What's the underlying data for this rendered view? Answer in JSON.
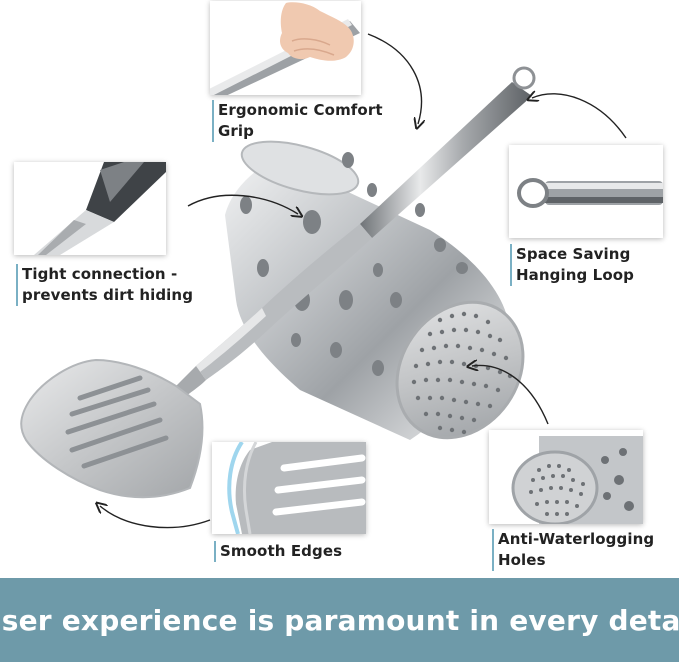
{
  "callouts": {
    "grip": [
      "Ergonomic Comfort",
      "Grip"
    ],
    "connection": [
      "Tight connection -",
      "prevents dirt hiding"
    ],
    "loop": [
      "Space Saving",
      "Hanging Loop"
    ],
    "edges": [
      "Smooth Edges"
    ],
    "holes": [
      "Anti-Waterlogging",
      "Holes"
    ]
  },
  "banner": {
    "text": "User experience is paramount in every detail"
  },
  "colors": {
    "banner": "#6e9aa9",
    "accent_line": "#7ab0c4",
    "steel": "#c9cbcd"
  }
}
